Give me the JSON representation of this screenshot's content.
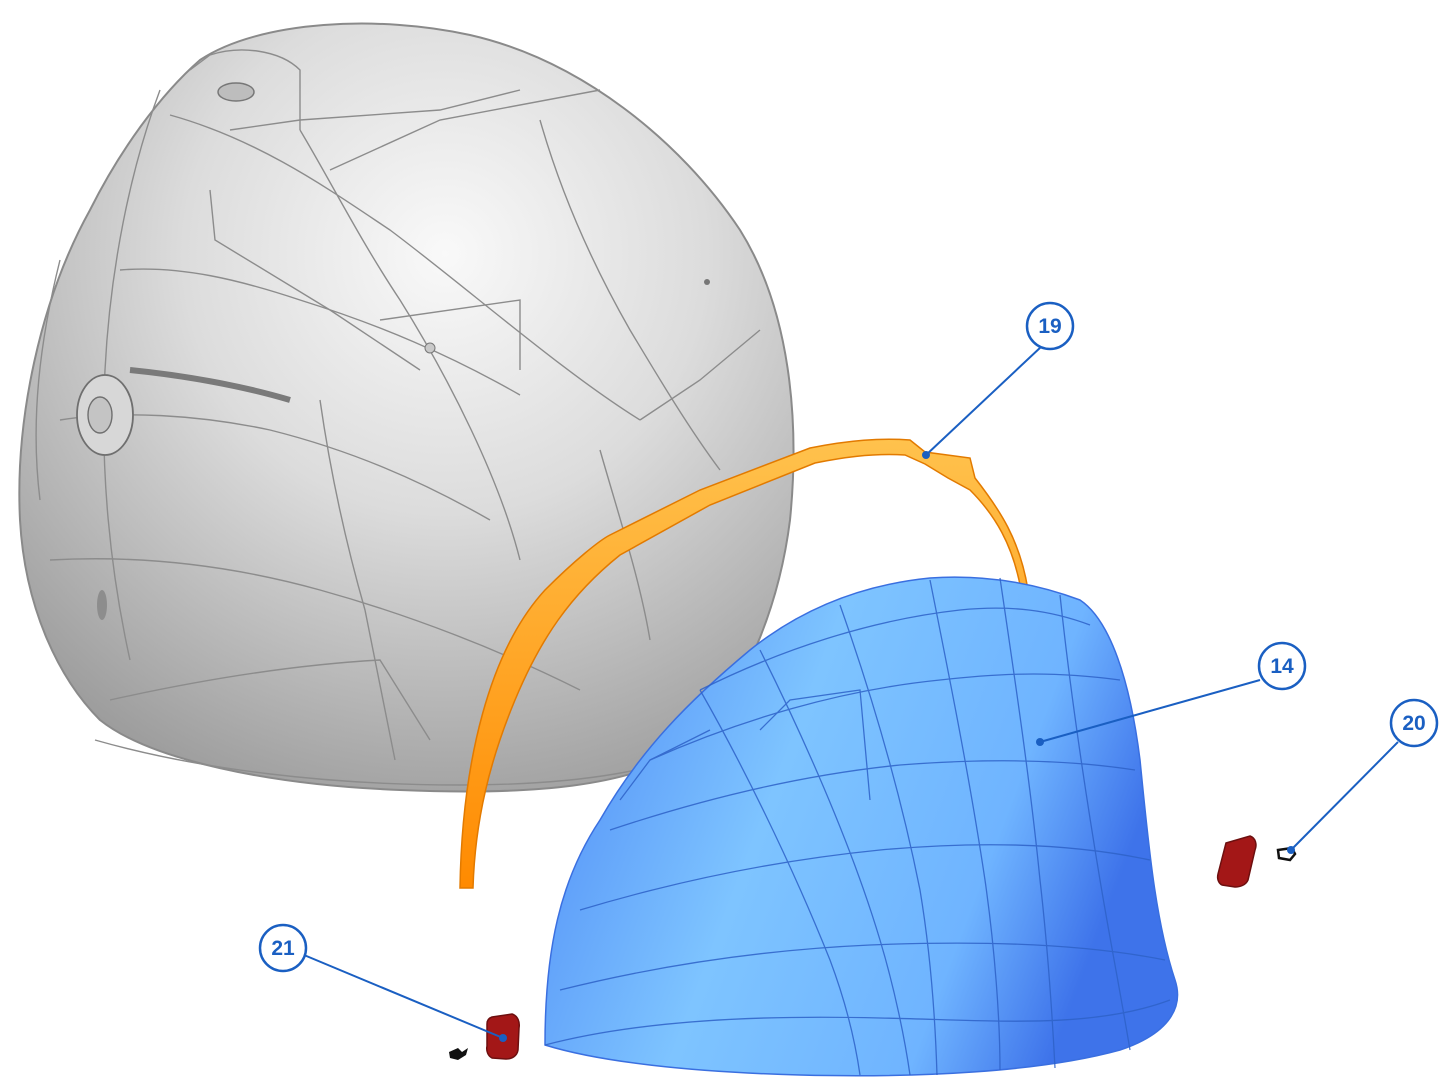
{
  "colors": {
    "background": "#ffffff",
    "shell_light": "#f7f7f7",
    "shell_mid": "#cfcfcf",
    "shell_dark": "#9a9a9a",
    "shell_lines": "#7d7d7d",
    "liner_light": "#8fd0ff",
    "liner_mid": "#6fb6ff",
    "liner_dark": "#3d7cf2",
    "liner_lines": "#2f63c9",
    "band_light": "#ffc04a",
    "band_dark": "#ff8c00",
    "clip_red": "#a51818",
    "callout": "#1a5fc2"
  },
  "callouts": [
    {
      "label": "19",
      "part": "trim-band"
    },
    {
      "label": "14",
      "part": "inner-liner"
    },
    {
      "label": "20",
      "part": "rear-clip"
    },
    {
      "label": "21",
      "part": "front-clip"
    }
  ]
}
